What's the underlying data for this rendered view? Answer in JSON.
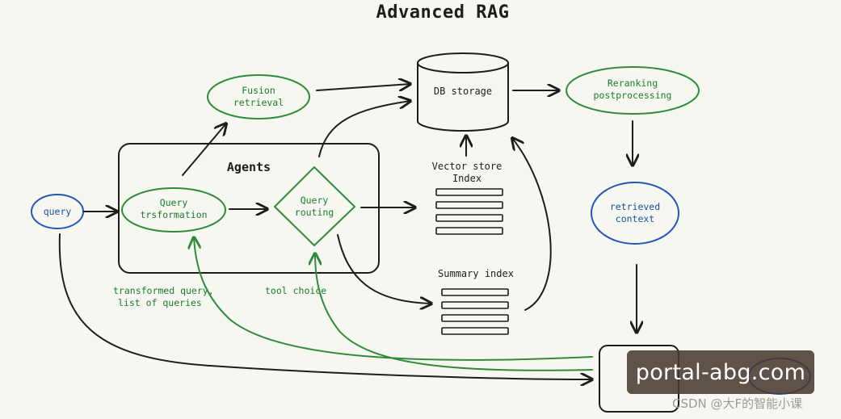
{
  "title": "Advanced RAG",
  "nodes": {
    "query": "query",
    "fusion_retrieval": [
      "Fusion",
      "retrieval"
    ],
    "db_storage": "DB storage",
    "reranking": [
      "Reranking",
      "postprocessing"
    ],
    "agents": "Agents",
    "query_transformation": [
      "Query",
      "trsformation"
    ],
    "query_routing": [
      "Query",
      "routing"
    ],
    "vector_store_index": [
      "Vector store",
      "Index"
    ],
    "summary_index": "Summary index",
    "retrieved_context": [
      "retrieved",
      "context"
    ]
  },
  "edge_labels": {
    "transformed_query": [
      "transformed query,",
      "list of queries"
    ],
    "tool_choice": "tool choice"
  },
  "watermark": "portal-abg.com",
  "credit": "CSDN @大F的智能小课",
  "colors": {
    "green": "#2f8a3c",
    "blue": "#2458b8",
    "ink": "#1d1d1d",
    "paper": "#f7f7f2"
  }
}
